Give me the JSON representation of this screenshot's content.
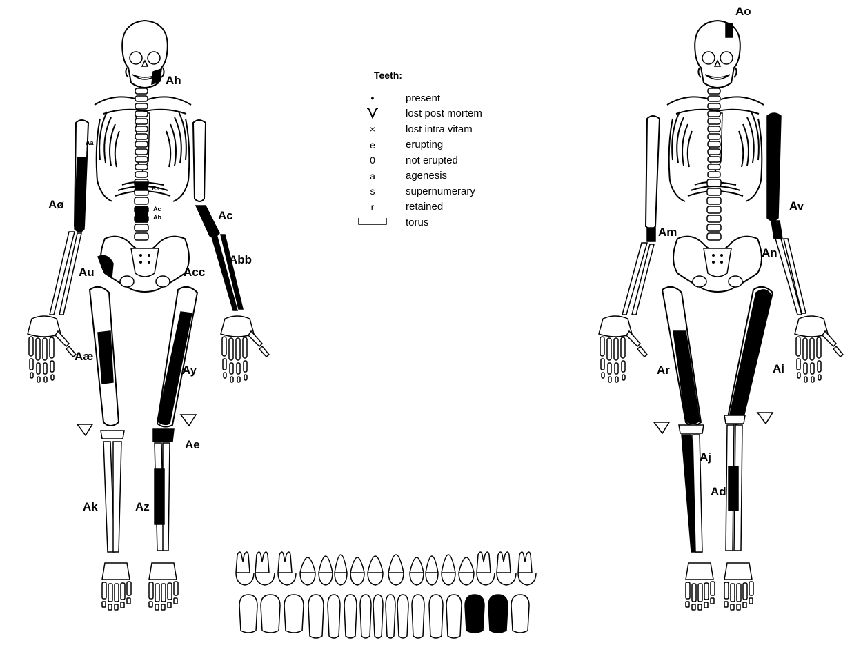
{
  "legend": {
    "title": "Teeth:",
    "items": [
      {
        "symbol": "●",
        "label": "present"
      },
      {
        "symbol": "ʌ͢",
        "label": "lost post mortem",
        "icon": "lost-post-mortem-icon"
      },
      {
        "symbol": "×",
        "label": "lost intra vitam"
      },
      {
        "symbol": "e",
        "label": "erupting"
      },
      {
        "symbol": "0",
        "label": "not erupted"
      },
      {
        "symbol": "a",
        "label": "agenesis"
      },
      {
        "symbol": "s",
        "label": "supernumerary"
      },
      {
        "symbol": "r",
        "label": "retained"
      },
      {
        "symbol": "",
        "label": "torus",
        "icon": "torus-bracket-icon"
      }
    ]
  },
  "left_skeleton_labels": {
    "ah": "Ah",
    "ao_small": "Aa",
    "ra": "Ra",
    "ac_small": "Ac",
    "ab_small": "Ab",
    "a_oslash": "Aø",
    "ac": "Ac",
    "abb": "Abb",
    "au": "Au",
    "acc": "Acc",
    "a_ae": "Aæ",
    "ay": "Ay",
    "ae": "Ae",
    "ak": "Ak",
    "az": "Az"
  },
  "right_skeleton_labels": {
    "ao": "Ao",
    "av": "Av",
    "am": "Am",
    "an": "An",
    "ar": "Ar",
    "ai": "Ai",
    "aj": "Aj",
    "ad": "Ad"
  },
  "colors": {
    "ink": "#000000",
    "paper": "#ffffff"
  }
}
